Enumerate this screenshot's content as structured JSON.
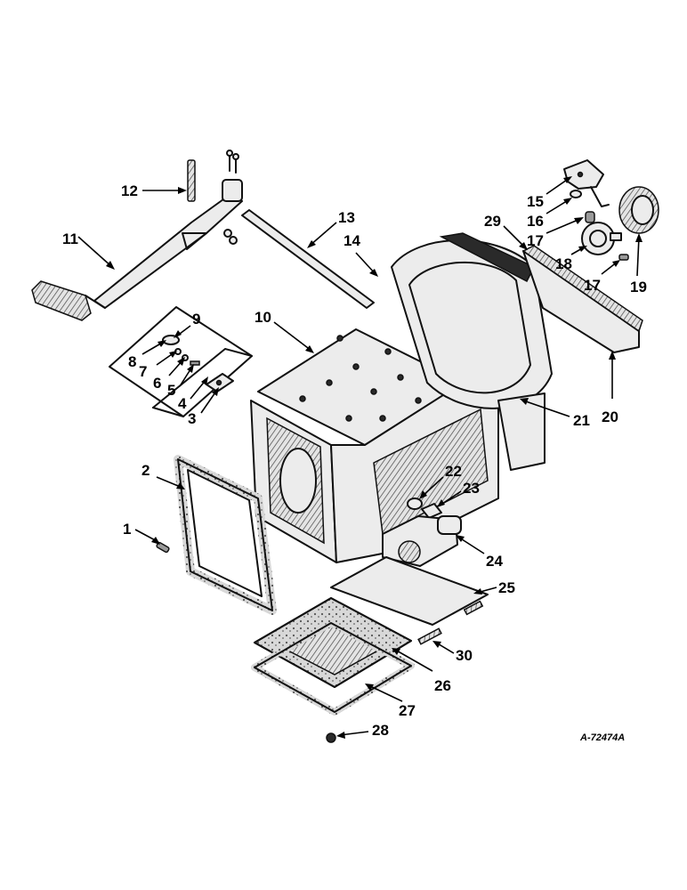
{
  "diagram": {
    "reference_code": "A-72474A",
    "callouts": [
      "1",
      "2",
      "3",
      "4",
      "5",
      "6",
      "7",
      "8",
      "9",
      "10",
      "11",
      "12",
      "13",
      "14",
      "15",
      "16",
      "17",
      "17",
      "18",
      "19",
      "20",
      "21",
      "22",
      "23",
      "24",
      "25",
      "26",
      "27",
      "28",
      "29",
      "30"
    ]
  }
}
